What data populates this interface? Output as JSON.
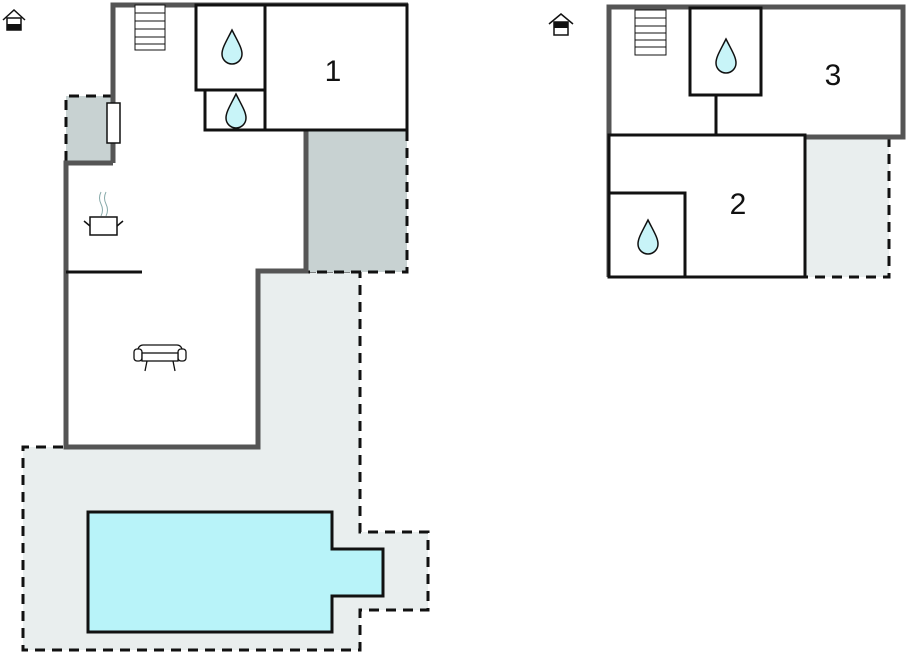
{
  "floors": [
    {
      "name": "ground-floor",
      "icon": "house-ground-floor-icon",
      "rooms": [
        {
          "label": "1"
        }
      ]
    },
    {
      "name": "upper-floor",
      "icon": "house-upper-floor-icon",
      "rooms": [
        {
          "label": "3"
        },
        {
          "label": "2"
        }
      ]
    }
  ],
  "colors": {
    "wall": "#555555",
    "terrace": "#e9eeee",
    "patio": "#c8d2d2",
    "pool": "#b8f3f9",
    "water": "#c8f4f8"
  }
}
